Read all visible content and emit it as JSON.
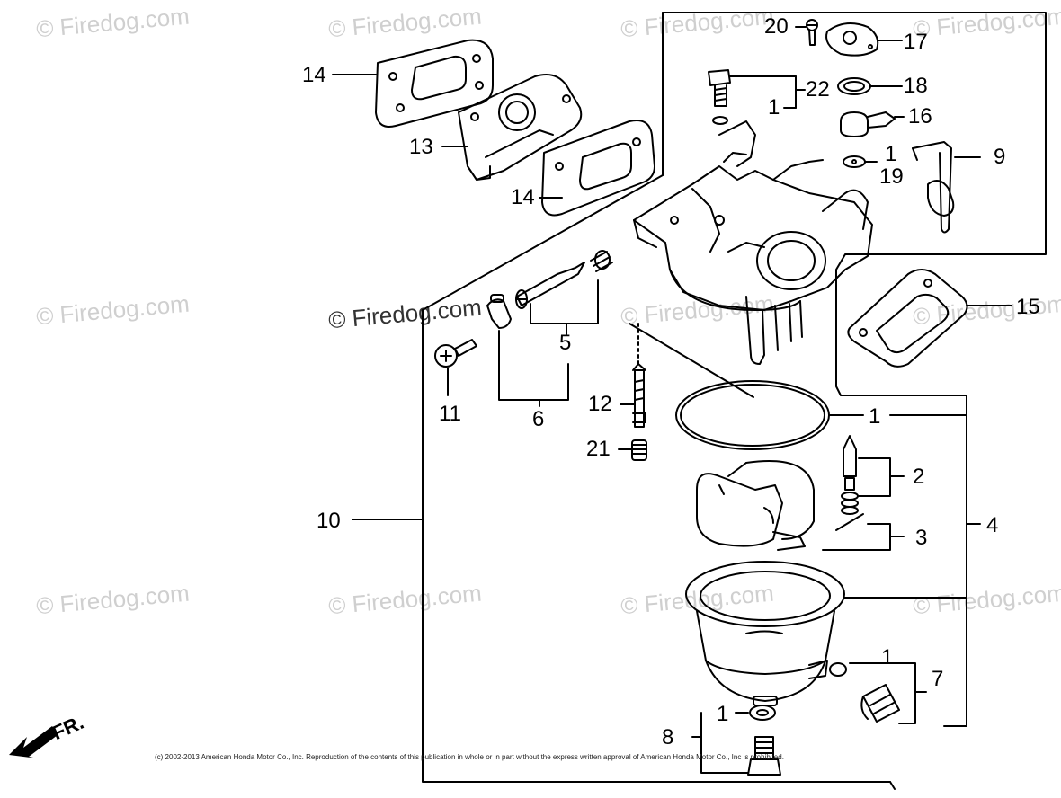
{
  "watermarks": {
    "text": "© Firedog.com",
    "main": "© Firedog.com"
  },
  "callouts": {
    "c1a": "1",
    "c1b": "1",
    "c1c": "1",
    "c1d": "1",
    "c1e": "1",
    "c2": "2",
    "c3": "3",
    "c4": "4",
    "c5": "5",
    "c6": "6",
    "c7": "7",
    "c8": "8",
    "c9": "9",
    "c10": "10",
    "c11": "11",
    "c12": "12",
    "c13": "13",
    "c14a": "14",
    "c14b": "14",
    "c15": "15",
    "c16": "16",
    "c17": "17",
    "c18": "18",
    "c19": "19",
    "c20": "20",
    "c21": "21",
    "c22": "22"
  },
  "direction_label": "FR.",
  "copyright": "(c) 2002-2013 American Honda Motor Co., Inc. Reproduction of the contents of this publication in whole or in part without the express written approval of American Honda Motor Co., Inc is prohibited."
}
